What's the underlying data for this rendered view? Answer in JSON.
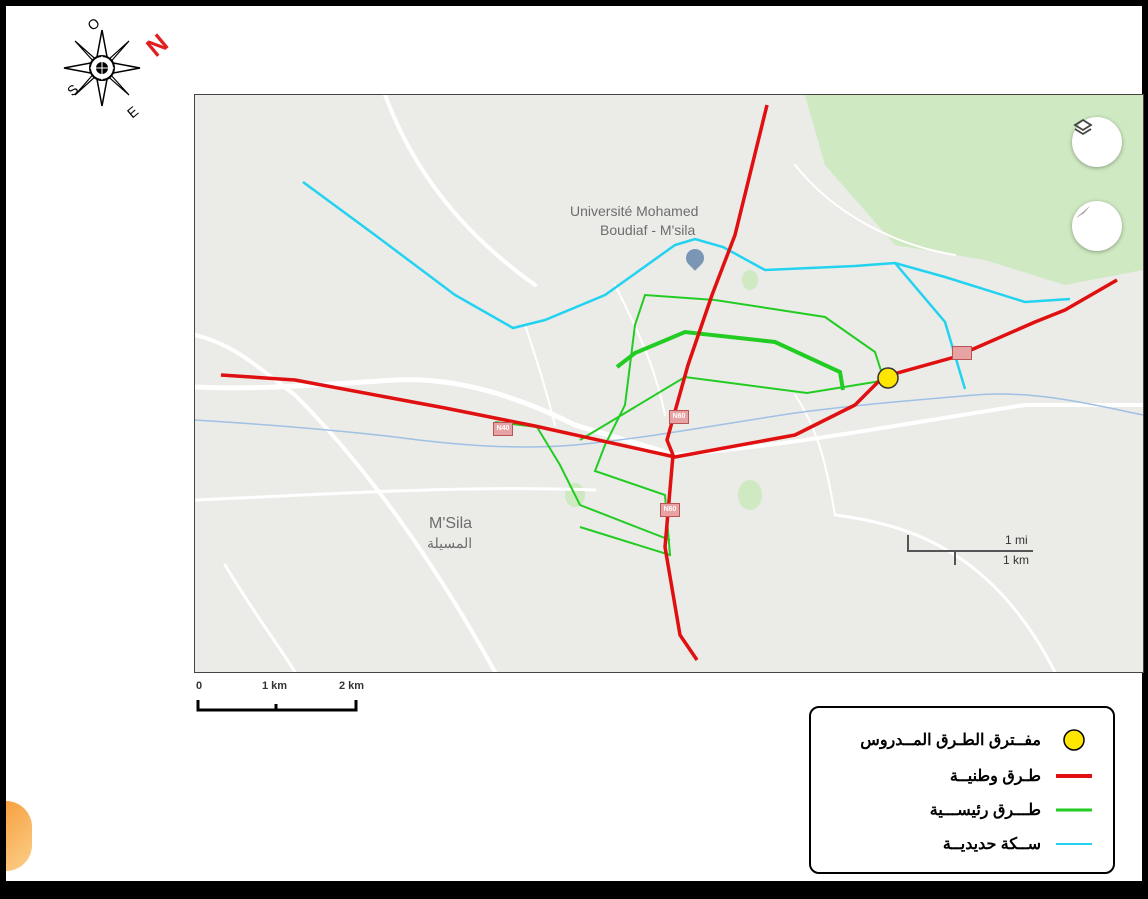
{
  "map": {
    "place_labels": {
      "university_line1": "Université Mohamed",
      "university_line2": "Boudiaf - M'sila",
      "city_latin": "M'Sila",
      "city_arabic": "المسيلة"
    },
    "road_shields": [
      "N40",
      "N60",
      "N60"
    ],
    "inset_scale": {
      "top_label": "1 mi",
      "bottom_label": "1 km"
    },
    "controls": {
      "layers": "layers-icon",
      "compass": "compass-icon"
    }
  },
  "compass_rose": {
    "north_letter": "N",
    "letters": [
      "O",
      "S",
      "E"
    ],
    "north_color": "#e02020"
  },
  "scale_bar": {
    "labels": [
      "0",
      "1 km",
      "2 km"
    ]
  },
  "legend": {
    "items": [
      {
        "label": "مفــترق الطـرق المــدروس",
        "symbol": "circle",
        "color": "#ffe600"
      },
      {
        "label": "طـرق وطنيــة",
        "symbol": "line",
        "color": "#e01010"
      },
      {
        "label": "طـــرق رئيســـية",
        "symbol": "line",
        "color": "#22cc22"
      },
      {
        "label": "ســكة حديديــة",
        "symbol": "line",
        "color": "#22d3f0"
      }
    ]
  },
  "colors": {
    "national_road": "#e01010",
    "main_road": "#22cc22",
    "railway": "#22d3f0",
    "intersection": "#ffe600",
    "vegetation": "#cfeac2",
    "map_background": "#ebebe8"
  }
}
